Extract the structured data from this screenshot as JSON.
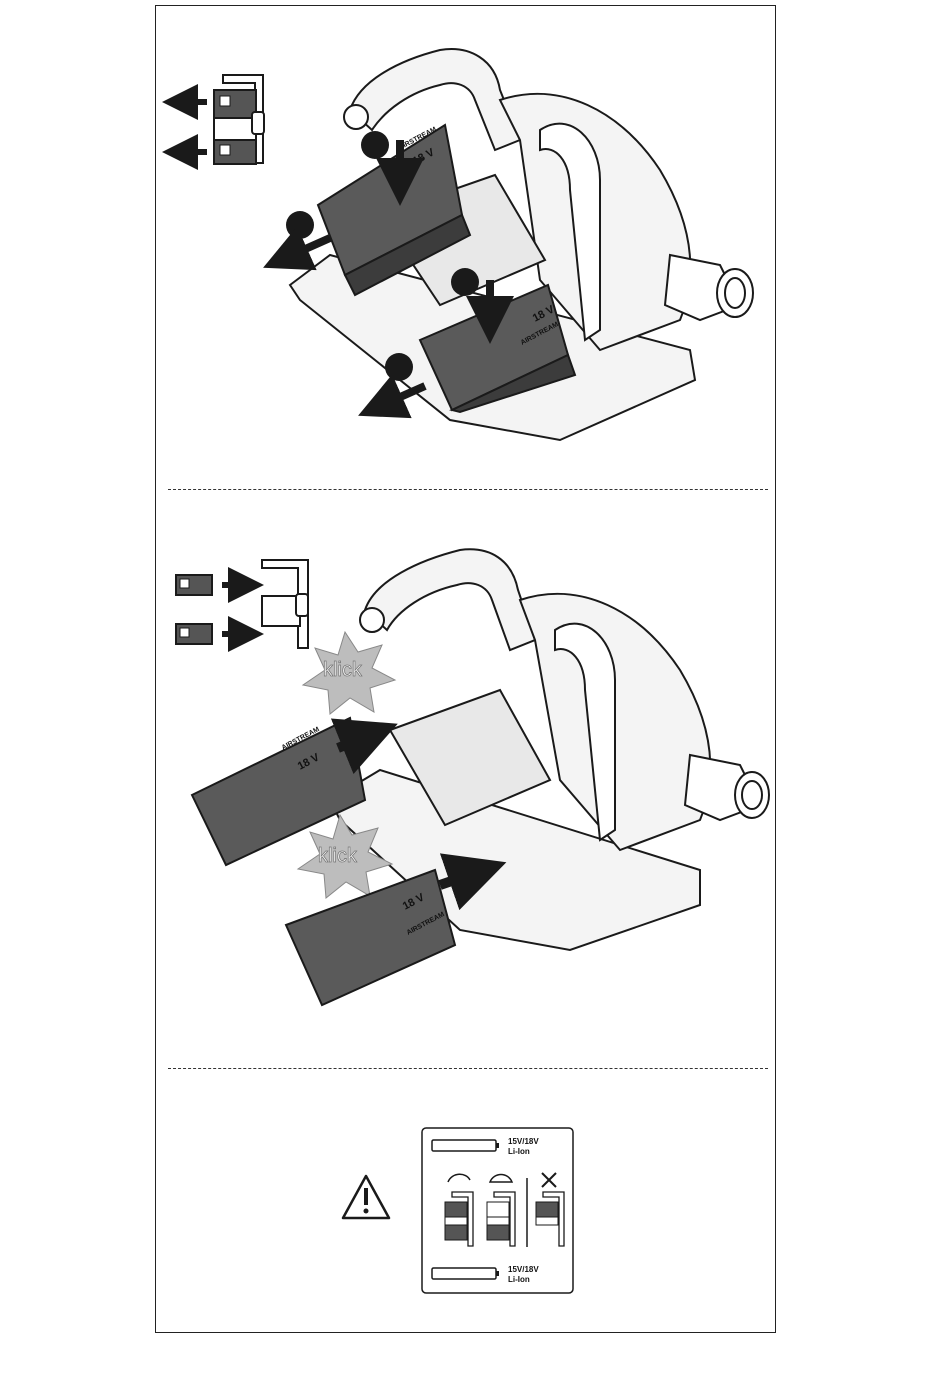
{
  "colors": {
    "line": "#1a1a1a",
    "battery_body": "#5a5a5a",
    "battery_dark": "#3c3c3c",
    "tool_body": "#f2f2f2",
    "burst": "#bdbdbd",
    "arrow": "#1a1a1a"
  },
  "section_remove": {
    "battery_label_top": "18 V",
    "battery_label_top_brand": "AIRSTREAM",
    "battery_label_bottom": "18 V",
    "battery_label_bottom_brand": "AIRSTREAM"
  },
  "section_insert": {
    "klick_top": "klick",
    "klick_bottom": "klick",
    "battery_label_left": "18 V",
    "battery_label_left_brand": "AIRSTREAM",
    "battery_label_bottom": "18 V",
    "battery_label_bottom_brand": "AIRSTREAM"
  },
  "section_warning": {
    "warning_icon": "warning-triangle-icon",
    "voltage_top": "15V/18V",
    "chem_top": "Li-Ion",
    "voltage_bottom": "15V/18V",
    "chem_bottom": "Li-Ion"
  }
}
